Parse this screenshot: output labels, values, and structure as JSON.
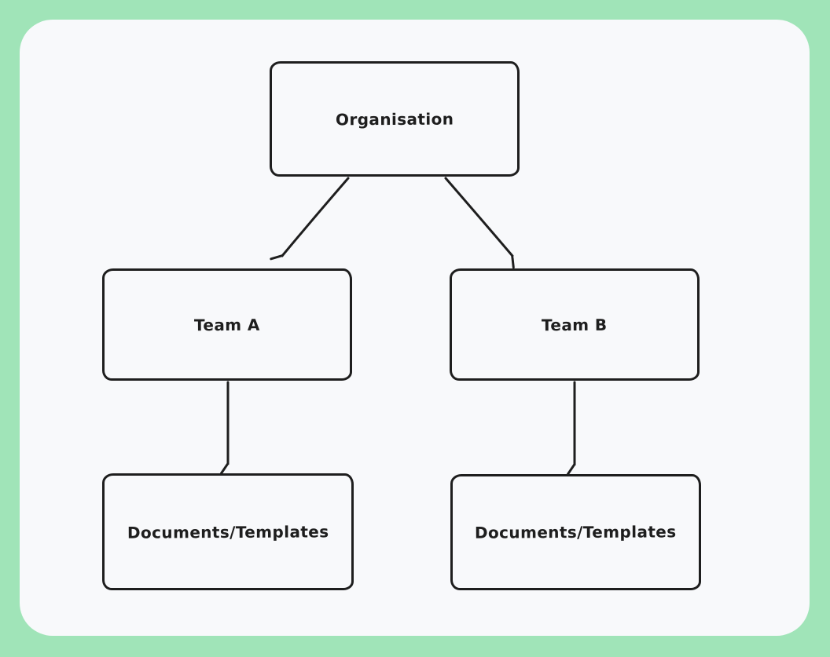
{
  "diagram": {
    "type": "org-hierarchy-flowchart",
    "style": "hand-drawn-sketch",
    "nodes": [
      {
        "id": "org",
        "label": "Organisation"
      },
      {
        "id": "teamA",
        "label": "Team A"
      },
      {
        "id": "teamB",
        "label": "Team B"
      },
      {
        "id": "docA",
        "label": "Documents/Templates"
      },
      {
        "id": "docB",
        "label": "Documents/Templates"
      }
    ],
    "edges": [
      {
        "from": "org",
        "to": "teamA",
        "arrow": "open-v"
      },
      {
        "from": "org",
        "to": "teamB",
        "arrow": "open-v"
      },
      {
        "from": "teamA",
        "to": "docA",
        "arrow": "open-v"
      },
      {
        "from": "teamB",
        "to": "docB",
        "arrow": "open-v"
      }
    ]
  },
  "colors": {
    "bg-green": "#a0e4b8",
    "panel": "#f8f9fb",
    "ink": "#1e1e1e"
  }
}
